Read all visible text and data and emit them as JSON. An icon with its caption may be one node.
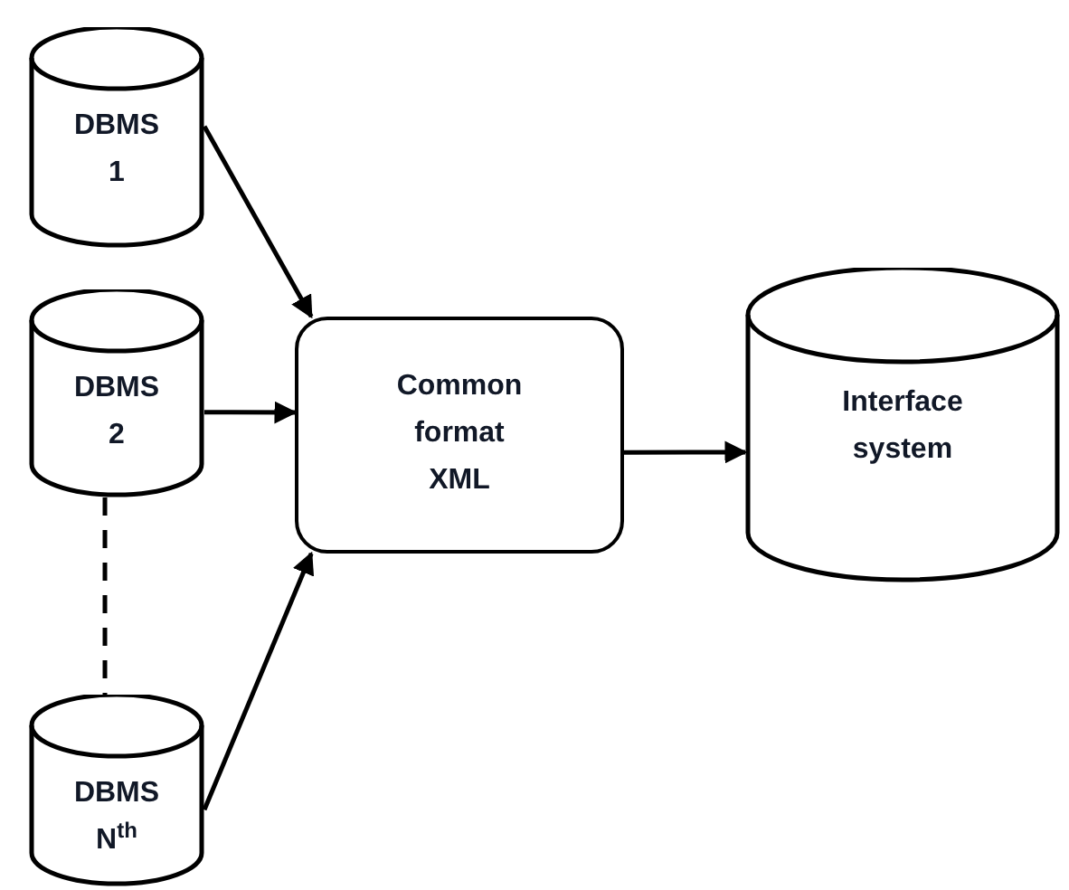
{
  "diagram": {
    "nodes": [
      {
        "text": [
          "DBMS 1"
        ]
      },
      {
        "text": [
          "DBMS 2"
        ]
      },
      {
        "text": [
          "DBMS N$^{th}$"
        ]
      },
      {
        "text": [
          "Common format XML"
        ]
      },
      {
        "text": [
          "Interface system"
        ]
      }
    ],
    "edges": [
      {
        "from": 0,
        "to": 3,
        "arrow": "to"
      },
      {
        "from": 1,
        "to": 3,
        "arrow": "to"
      },
      {
        "from": 1,
        "to": 2,
        "arrow": "none",
        "style": "dashed"
      },
      {
        "from": 2,
        "to": 3,
        "arrow": "to"
      },
      {
        "from": 3,
        "to": 4,
        "arrow": "to"
      }
    ]
  }
}
